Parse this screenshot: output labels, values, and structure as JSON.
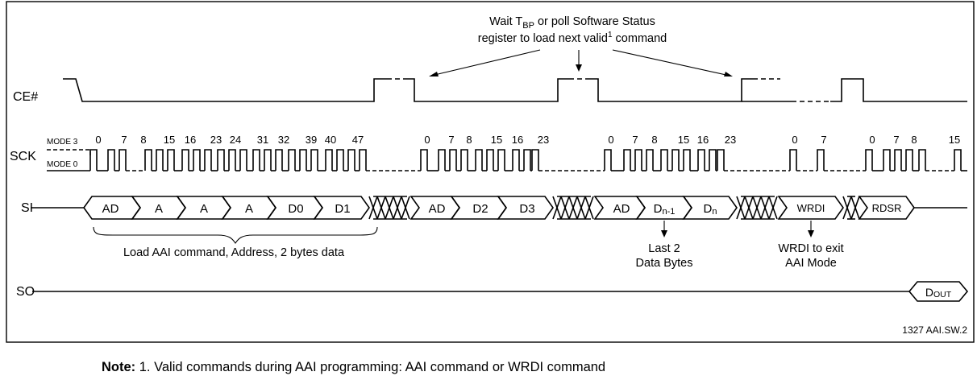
{
  "header": {
    "wait_pre": "Wait T",
    "wait_sub": "BP",
    "wait_post": " or poll Software Status",
    "line2_pre": "register to load next valid",
    "line2_sup": "1",
    "line2_post": " command"
  },
  "signals": {
    "ce": "CE#",
    "sck": "SCK",
    "si": "SI",
    "so": "SO",
    "mode3": "MODE 3",
    "mode0": "MODE 0"
  },
  "sck_ticks": [
    "0",
    "7",
    "8",
    "15",
    "16",
    "23",
    "24",
    "31",
    "32",
    "39",
    "40",
    "47",
    "0",
    "7",
    "8",
    "15",
    "16",
    "23",
    "0",
    "7",
    "8",
    "15",
    "16",
    "23",
    "0",
    "7",
    "0",
    "7",
    "8",
    "15"
  ],
  "si_fields": {
    "ad1": "AD",
    "a1": "A",
    "a2": "A",
    "a3": "A",
    "d0": "D0",
    "d1": "D1",
    "ad2": "AD",
    "d2": "D2",
    "d3": "D3",
    "ad3": "AD",
    "dn1_main": "D",
    "dn1_sub": "n-1",
    "dn_main": "D",
    "dn_sub": "n",
    "wrdi": "WRDI",
    "rdsr": "RDSR"
  },
  "so_field": {
    "main": "D",
    "sub": "OUT"
  },
  "annotations": {
    "load": "Load AAI command, Address, 2 bytes data",
    "last2_line1": "Last 2",
    "last2_line2": "Data Bytes",
    "wrdi_line1": "WRDI to exit",
    "wrdi_line2": "AAI Mode"
  },
  "figure_id": "1327 AAI.SW.2",
  "note": {
    "label": "Note:",
    "text": " 1. Valid commands during AAI programming: AAI command or WRDI command"
  }
}
